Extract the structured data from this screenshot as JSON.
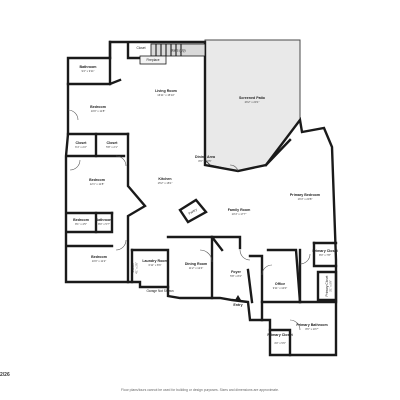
{
  "rooms": {
    "bathroom_top": {
      "name": "Bathroom",
      "dims": "9'2\" x 9'11\""
    },
    "closet_top": {
      "name": "Closet"
    },
    "stairs": {
      "name": "Stairs (Up)"
    },
    "fireplace": {
      "name": "Fireplace"
    },
    "living_room": {
      "name": "Living Room",
      "dims": "16'11\" x 15'10\""
    },
    "screened_patio": {
      "name": "Screened Patio",
      "dims": "26'2\" x 20'1\""
    },
    "bedroom_1": {
      "name": "Bedroom",
      "dims": "10'0\" x 11'8\""
    },
    "closet_a": {
      "name": "Closet",
      "dims": "6'4\" x 2'2\""
    },
    "closet_b": {
      "name": "Closet",
      "dims": "5'8\" x 2'1\""
    },
    "dining_area": {
      "name": "Dining Area",
      "dims": "8'0\" x 10'5\""
    },
    "kitchen": {
      "name": "Kitchen",
      "dims": "15'2\" x 18'1\""
    },
    "bedroom_2": {
      "name": "Bedroom",
      "dims": "12'1\" x 11'8\""
    },
    "primary_bedroom": {
      "name": "Primary Bedroom",
      "dims": "16'3\" x 20'8\""
    },
    "family_room": {
      "name": "Family Room",
      "dims": "10'4\" x 17'7\""
    },
    "pantry": {
      "name": "Pantry"
    },
    "bedroom_closet": {
      "name": "Bedroom",
      "dims": "8'1\" x 4'5\""
    },
    "bathroom_mid": {
      "name": "Bathroom",
      "dims": "8'0\" x 5'7\""
    },
    "primary_closet": {
      "name": "Primary Closet",
      "dims": "8'0\" x 7'8\""
    },
    "bedroom_3": {
      "name": "Bedroom",
      "dims": "10'0\" x 11'2\""
    },
    "hall_closet": {
      "name": "Closet",
      "dims": "4'1\" x 2'6\""
    },
    "laundry_room": {
      "name": "Laundry Room",
      "dims": "6'11\" x 8'6\""
    },
    "dining_room": {
      "name": "Dining Room",
      "dims": "11'2\" x 12'4\""
    },
    "foyer": {
      "name": "Foyer",
      "dims": "5'8\" x 8'4\""
    },
    "office": {
      "name": "Office",
      "dims": "9'11\" x 10'0\""
    },
    "primary_bathroom": {
      "name": "Primary Bathroom",
      "dims": "8'0\" x 10'7\""
    },
    "primary_closet_2": {
      "name": "Primary Closet",
      "dims": "4'0\" x 5'6\""
    },
    "primary_closet_3": {
      "name": "Primary Closet",
      "dims": "3'1\" x 5'9\""
    },
    "garage": {
      "name": "Garage Not Shown"
    }
  },
  "labels": {
    "entry": "Entry",
    "page_code": "2/26",
    "footer": "Floor plans/tours cannot be used for building or design purposes. Sizes and dimensions are approximate."
  },
  "colors": {
    "wall": "#1a1a1a",
    "patio_fill": "#e9e9e9",
    "stairs_fill": "#d9d9d9"
  }
}
